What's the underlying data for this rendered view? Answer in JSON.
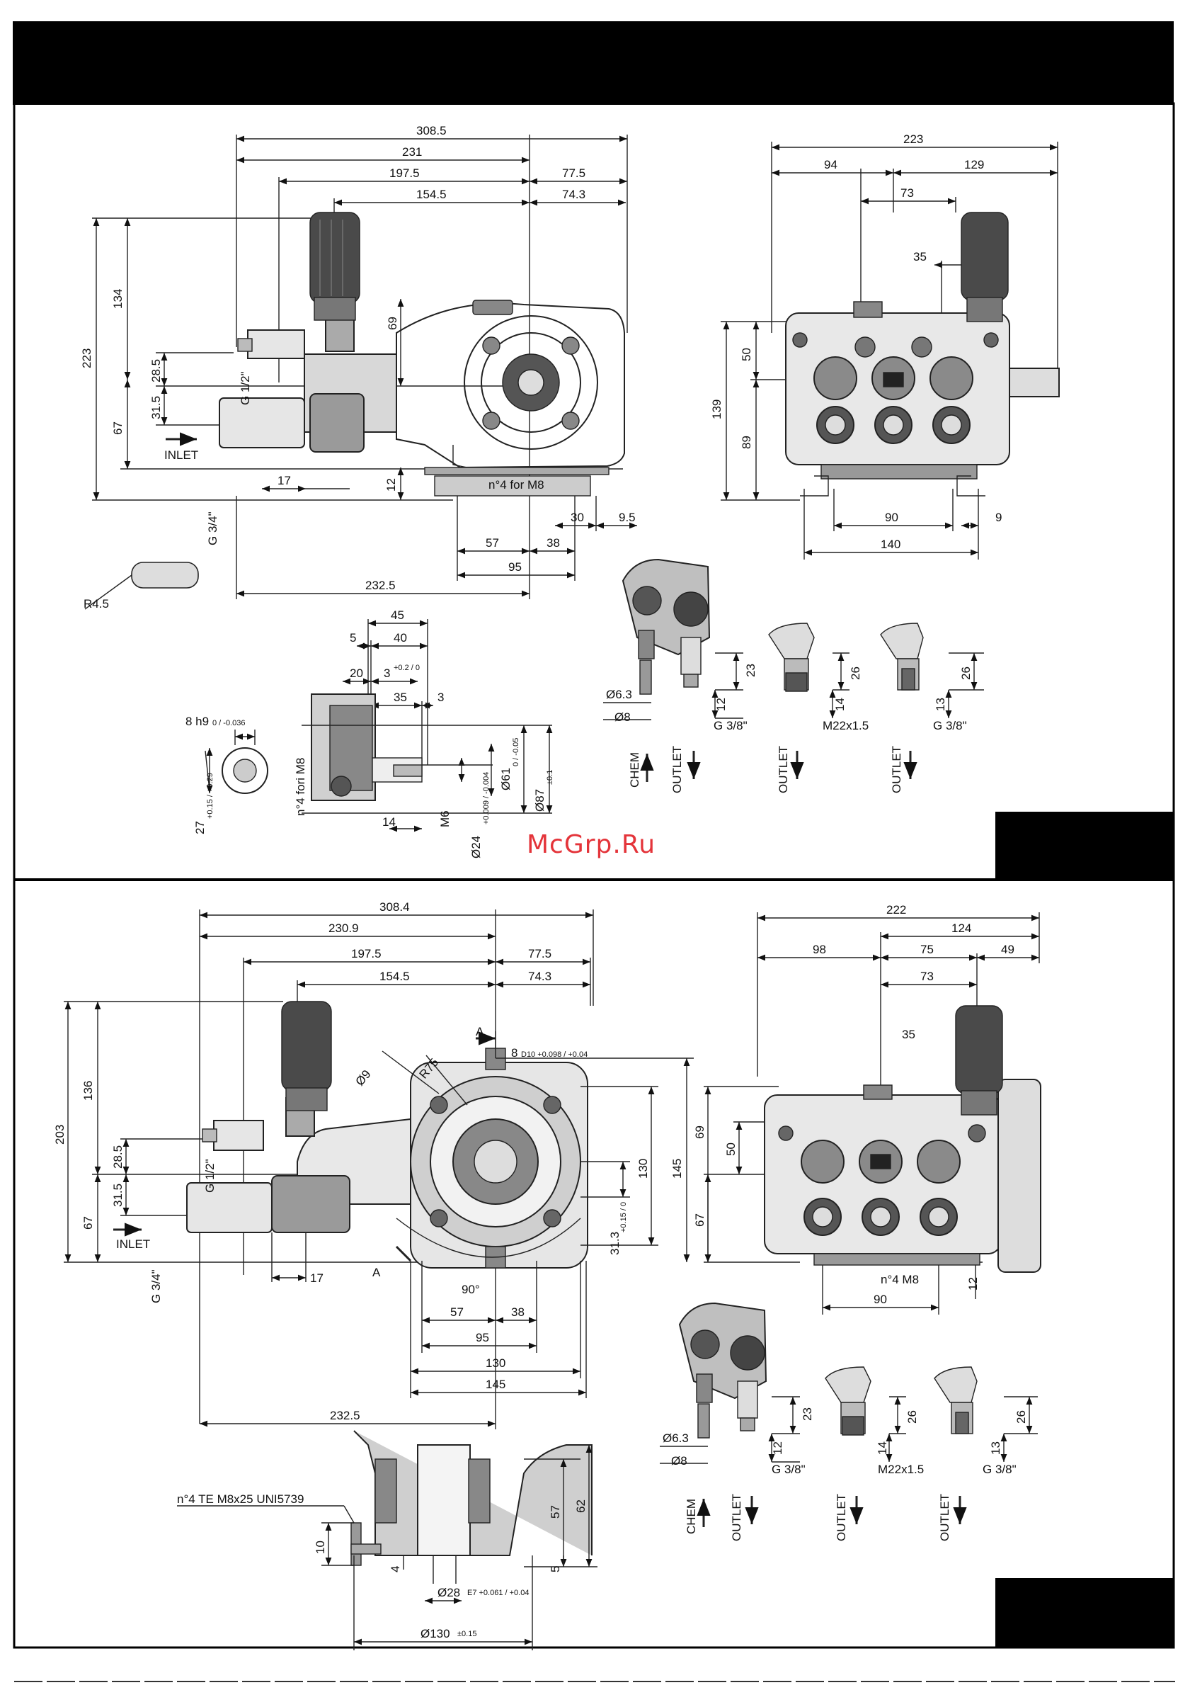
{
  "colors": {
    "frame": "#000000",
    "watermark": "#e4343a",
    "drawing": "#222222",
    "part_fill": "#9a9a9a",
    "dark_fill": "#3a3a3a"
  },
  "watermark": "McGrp.Ru",
  "top": {
    "side": {
      "d308": "308.5",
      "d231": "231",
      "d197": "197.5",
      "d77": "77.5",
      "d154": "154.5",
      "d74": "74.3",
      "d134": "134",
      "d223": "223",
      "d67": "67",
      "d28": "28.5",
      "d31": "31.5",
      "d69": "69",
      "g12": "G 1/2\"",
      "inlet": "INLET",
      "g34": "G 3/4\"",
      "d17": "17",
      "d12": "12",
      "holes": "n°4 for M8",
      "d30": "30",
      "d95s": "9.5",
      "d57": "57",
      "d38": "38",
      "d95": "95",
      "d232": "232.5",
      "r45": "R4.5"
    },
    "front": {
      "d223": "223",
      "d94": "94",
      "d129": "129",
      "d73": "73",
      "d35": "35",
      "d50": "50",
      "d139": "139",
      "d89": "89",
      "d90": "90",
      "d140": "140",
      "d9": "9"
    },
    "shaft": {
      "d45": "45",
      "d5": "5",
      "d40": "40",
      "d20": "20",
      "d3a": "3",
      "d3a_tol": "+0.2 / 0",
      "d35": "35",
      "d3": "3",
      "h9": "8 h9",
      "h9_tol": "0 / -0.036",
      "d27": "27",
      "d27_tol": "+0.15 / +0.29",
      "holes": "n°4 fori M8",
      "d14": "14",
      "m6": "M6",
      "d24": "Ø24",
      "d24_tol": "+0.009 / -0.004",
      "d61": "Ø61",
      "d61_tol": "0 / -0.05",
      "d87": "Ø87",
      "d87_tol": "±0.1"
    },
    "outlets": {
      "d63": "Ø6.3",
      "d8": "Ø8",
      "d23": "23",
      "d12": "12",
      "g38a": "G 3/8\"",
      "d26a": "26",
      "d14": "14",
      "m22": "M22x1.5",
      "d26b": "26",
      "d13": "13",
      "g38b": "G 3/8\"",
      "chem": "CHEM",
      "out1": "OUTLET",
      "out2": "OUTLET",
      "out3": "OUTLET"
    }
  },
  "bottom": {
    "side": {
      "d308": "308.4",
      "d230": "230.9",
      "d197": "197.5",
      "d77": "77.5",
      "d154": "154.5",
      "d74": "74.3",
      "d203": "203",
      "d136": "136",
      "d67": "67",
      "d28": "28.5",
      "d31": "31.5",
      "g12": "G 1/2\"",
      "inlet": "INLET",
      "g34": "G 3/4\"",
      "d17": "17",
      "a1": "A",
      "a2": "A",
      "d8": "8",
      "d8_tol": "D10 +0.098 / +0.04",
      "d9": "Ø9",
      "r75": "R75",
      "d130v": "130",
      "d145v": "145",
      "d31_3": "31.3",
      "d31_3_tol": "+0.15 / 0",
      "ang": "90°",
      "d57": "57",
      "d38": "38",
      "d95": "95",
      "d130": "130",
      "d145": "145",
      "d232": "232.5"
    },
    "front": {
      "d222": "222",
      "d124": "124",
      "d98": "98",
      "d75": "75",
      "d49": "49",
      "d73": "73",
      "d35": "35",
      "d69": "69",
      "d50": "50",
      "d67": "67",
      "holes": "n°4 M8",
      "d12": "12",
      "d90": "90"
    },
    "flange": {
      "screws": "n°4 TE M8x25 UNI5739",
      "d57": "57",
      "d62": "62",
      "d10": "10",
      "d4": "4",
      "d5": "5",
      "d28": "Ø28",
      "d28_tol": "E7 +0.061 / +0.04",
      "d130": "Ø130",
      "d130_tol": "±0.15"
    },
    "outlets": {
      "d63": "Ø6.3",
      "d8": "Ø8",
      "d23": "23",
      "d12": "12",
      "g38a": "G 3/8\"",
      "d26a": "26",
      "d14": "14",
      "m22": "M22x1.5",
      "d26b": "26",
      "d13": "13",
      "g38b": "G 3/8\"",
      "chem": "CHEM",
      "out1": "OUTLET",
      "out2": "OUTLET",
      "out3": "OUTLET"
    }
  }
}
